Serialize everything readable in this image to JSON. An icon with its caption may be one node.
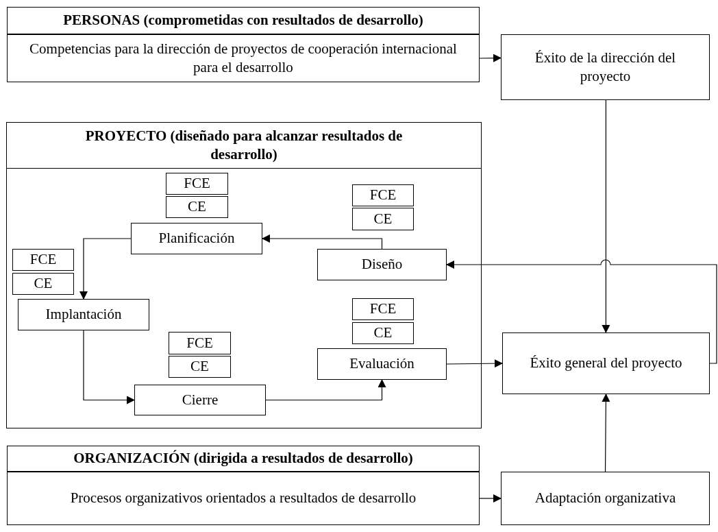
{
  "diagram": {
    "nodes": [
      {
        "text": [
          "PERSONAS (comprometidas con resultados de desarrollo)"
        ]
      },
      {
        "text": [
          "Competencias para la dirección de proyectos de cooperación internacional para el desarrollo"
        ]
      },
      {
        "text": [
          "Éxito de la dirección del proyecto"
        ]
      },
      {
        "text": [
          "PROYECTO (diseñado para alcanzar resultados de desarrollo)"
        ]
      },
      {
        "text": [
          "FCE"
        ],
        "in": 3
      },
      {
        "text": [
          "CE"
        ],
        "in": 3
      },
      {
        "text": [
          "Planificación"
        ],
        "in": 3
      },
      {
        "text": [
          "FCE"
        ],
        "in": 3
      },
      {
        "text": [
          "CE"
        ],
        "in": 3
      },
      {
        "text": [
          "Diseño"
        ],
        "in": 3
      },
      {
        "text": [
          "FCE"
        ],
        "in": 3
      },
      {
        "text": [
          "CE"
        ],
        "in": 3
      },
      {
        "text": [
          "Implantación"
        ],
        "in": 3
      },
      {
        "text": [
          "FCE"
        ],
        "in": 3
      },
      {
        "text": [
          "CE"
        ],
        "in": 3
      },
      {
        "text": [
          "Cierre"
        ],
        "in": 3
      },
      {
        "text": [
          "FCE"
        ],
        "in": 3
      },
      {
        "text": [
          "CE"
        ],
        "in": 3
      },
      {
        "text": [
          "Evaluación"
        ],
        "in": 3
      },
      {
        "text": [
          "Éxito general del proyecto"
        ]
      },
      {
        "text": [
          "ORGANIZACIÓN (dirigida a resultados de desarrollo)"
        ]
      },
      {
        "text": [
          "Procesos organizativos orientados a resultados de desarrollo"
        ]
      },
      {
        "text": [
          "Adaptación organizativa"
        ]
      }
    ],
    "edges": [
      {
        "from": 1,
        "to": 2,
        "arrow": "to"
      },
      {
        "from": 2,
        "to": 19,
        "arrow": "to"
      },
      {
        "from": 6,
        "to": 12,
        "arrow": "to"
      },
      {
        "from": 9,
        "to": 6,
        "arrow": "to"
      },
      {
        "from": 12,
        "to": 15,
        "arrow": "to"
      },
      {
        "from": 15,
        "to": 18,
        "arrow": "to"
      },
      {
        "from": 18,
        "to": 19,
        "arrow": "to"
      },
      {
        "from": 19,
        "to": 9,
        "arrow": "to"
      },
      {
        "from": 22,
        "to": 19,
        "arrow": "to"
      },
      {
        "from": 21,
        "to": 22,
        "arrow": "to"
      }
    ]
  }
}
